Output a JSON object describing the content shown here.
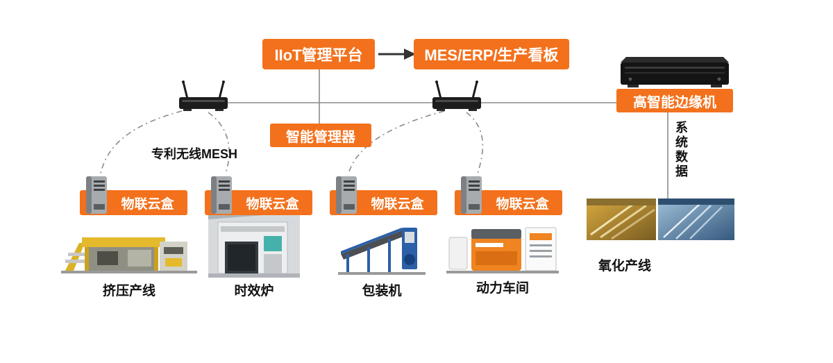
{
  "colors": {
    "accent": "#F3711C",
    "line": "#8a8a8a",
    "arrow": "#333333",
    "text": "#111111"
  },
  "top": {
    "platform": "IIoT管理平台",
    "mes": "MES/ERP/生产看板"
  },
  "middle": {
    "manager": "智能管理器",
    "mesh_label": "专利无线MESH",
    "edge": "高智能边缘机",
    "system_data": "系统数据"
  },
  "cloud_boxes": [
    {
      "label": "物联云盒",
      "machine": "挤压产线"
    },
    {
      "label": "物联云盒",
      "machine": "时效炉"
    },
    {
      "label": "物联云盒",
      "machine": "包装机"
    },
    {
      "label": "物联云盒",
      "machine": "动力车间"
    }
  ],
  "right": {
    "oxidation": "氧化产线"
  }
}
